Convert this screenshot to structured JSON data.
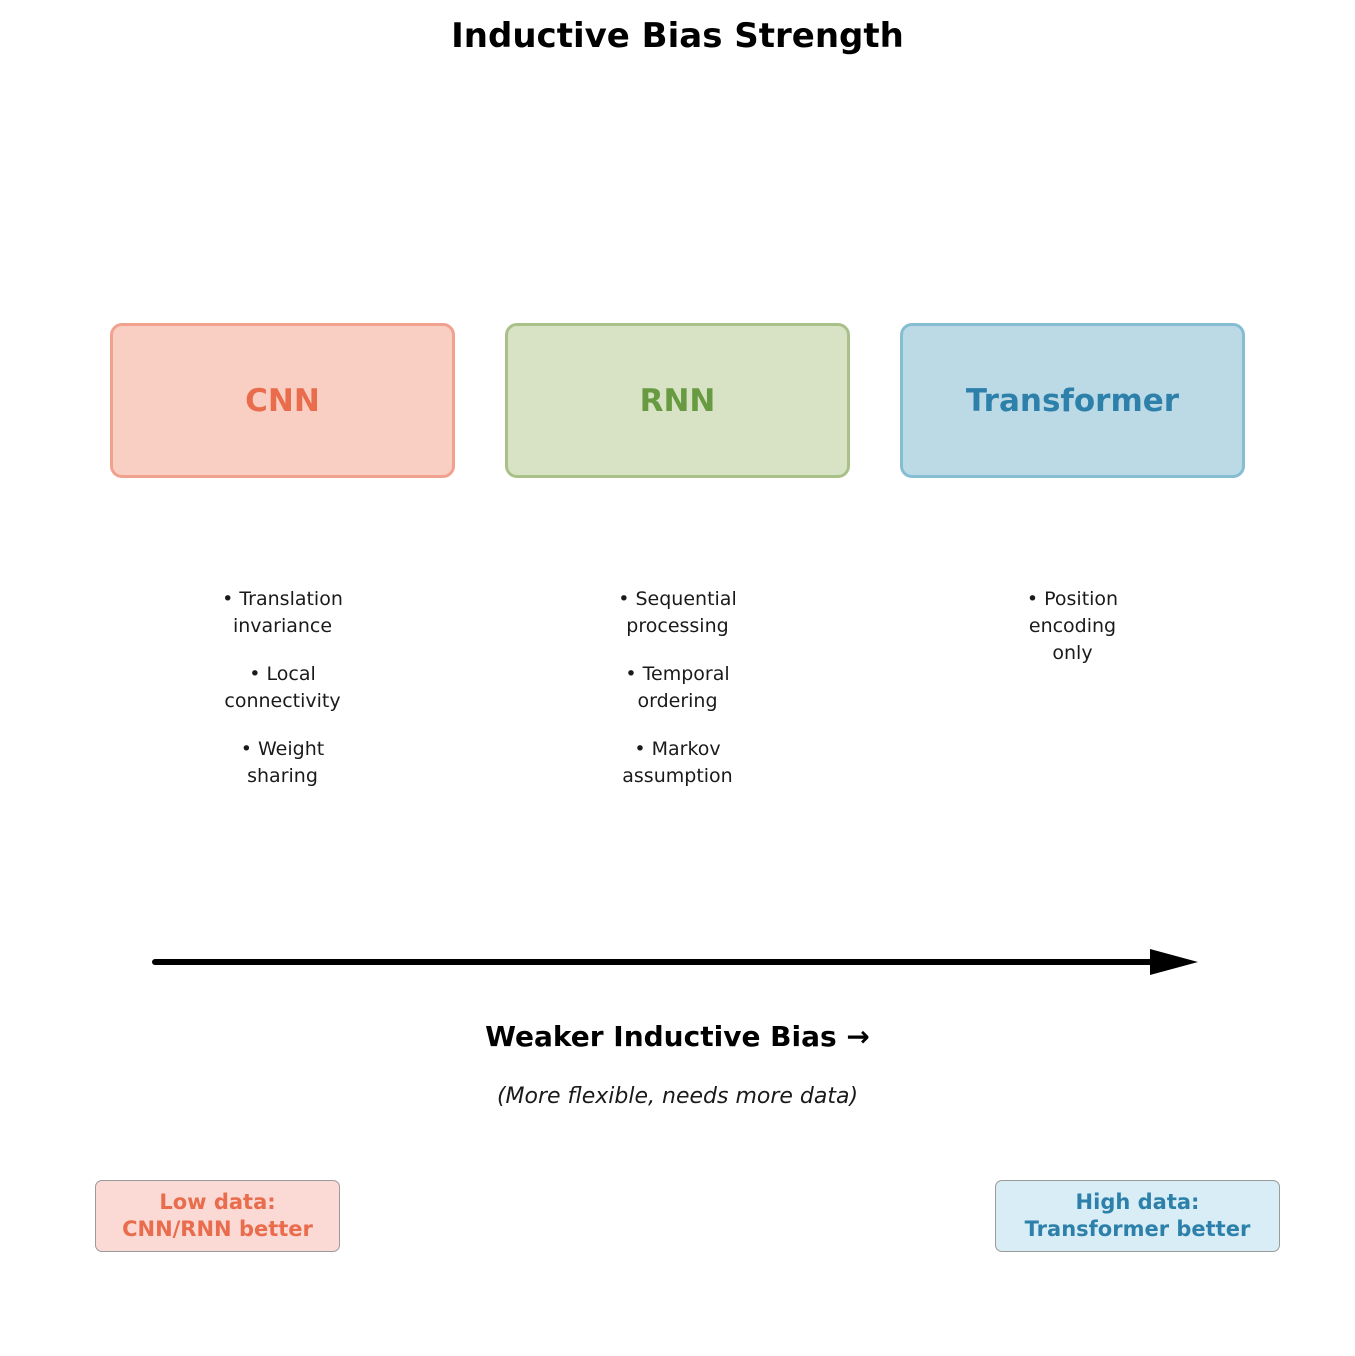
{
  "title": "Inductive Bias Strength",
  "columns": [
    {
      "name": "CNN",
      "accent_color": "#e96c4c",
      "fill_color": "#f9cfc3",
      "border_color": "#f1a28e",
      "bullets": [
        "• Translation\ninvariance",
        "• Local\nconnectivity",
        "• Weight\nsharing"
      ]
    },
    {
      "name": "RNN",
      "accent_color": "#689b41",
      "fill_color": "#d8e3c6",
      "border_color": "#a9c189",
      "bullets": [
        "• Sequential\nprocessing",
        "• Temporal\nordering",
        "• Markov\nassumption"
      ]
    },
    {
      "name": "Transformer",
      "accent_color": "#2d80aa",
      "fill_color": "#bcdae6",
      "border_color": "#85bdd3",
      "bullets": [
        "• Position\nencoding\nonly"
      ]
    }
  ],
  "axis": {
    "label": "Weaker Inductive Bias →",
    "sublabel": "(More flexible, needs more data)",
    "arrow_color": "#000000"
  },
  "notes": {
    "low_data": {
      "text": "Low data:\nCNN/RNN better",
      "text_color": "#e96c4c",
      "fill_color": "#fbd9d4"
    },
    "high_data": {
      "text": "High data:\nTransformer better",
      "text_color": "#2d80aa",
      "fill_color": "#d8edf6"
    }
  }
}
